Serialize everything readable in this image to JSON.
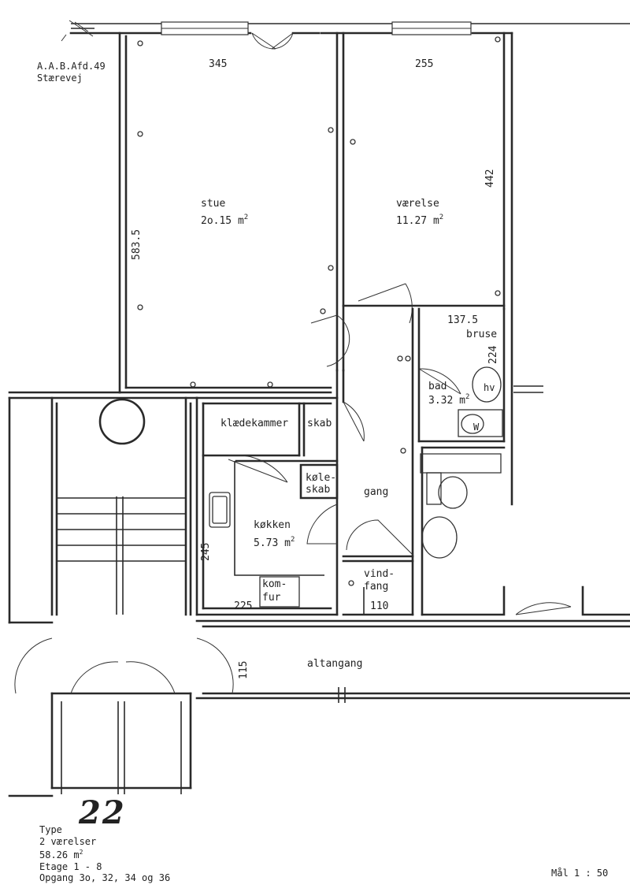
{
  "header": {
    "line1": "A.A.B.Afd.49",
    "line2": "Stærevej"
  },
  "rooms": {
    "stue": {
      "name": "stue",
      "area": "2o.15 m",
      "exp": "2"
    },
    "vaerelse": {
      "name": "værelse",
      "area": "11.27 m",
      "exp": "2"
    },
    "bad": {
      "name": "bad",
      "area": "3.32 m",
      "exp": "2"
    },
    "koekken": {
      "name": "køkken",
      "area": "5.73 m",
      "exp": "2"
    },
    "klaedekammer": "klædekammer",
    "skab": "skab",
    "koleskab_1": "køle-",
    "koleskab_2": "skab",
    "gang": "gang",
    "vindfang_1": "vind-",
    "vindfang_2": "fang",
    "komfur_1": "kom-",
    "komfur_2": "fur",
    "bruse": "bruse",
    "altangang": "altangang"
  },
  "dimensions": {
    "stue_width": "345",
    "vaerelse_width": "255",
    "stue_depth": "583.5",
    "vaerelse_depth": "442",
    "bad_width": "137.5",
    "bad_depth": "224",
    "koekken_depth": "245",
    "koekken_width": "225",
    "vindfang_width": "110",
    "altangang_depth": "115"
  },
  "fixture_labels": {
    "wc": "W",
    "handvask": "hv"
  },
  "legend": {
    "type_label": "Type",
    "type_number": "22",
    "rooms": "2 værelser",
    "area": "58.26 m",
    "area_exp": "2",
    "floors": "Etage 1 - 8",
    "entrances": "Opgang 3o, 32, 34 og 36"
  },
  "scale": "Mål 1 : 50"
}
